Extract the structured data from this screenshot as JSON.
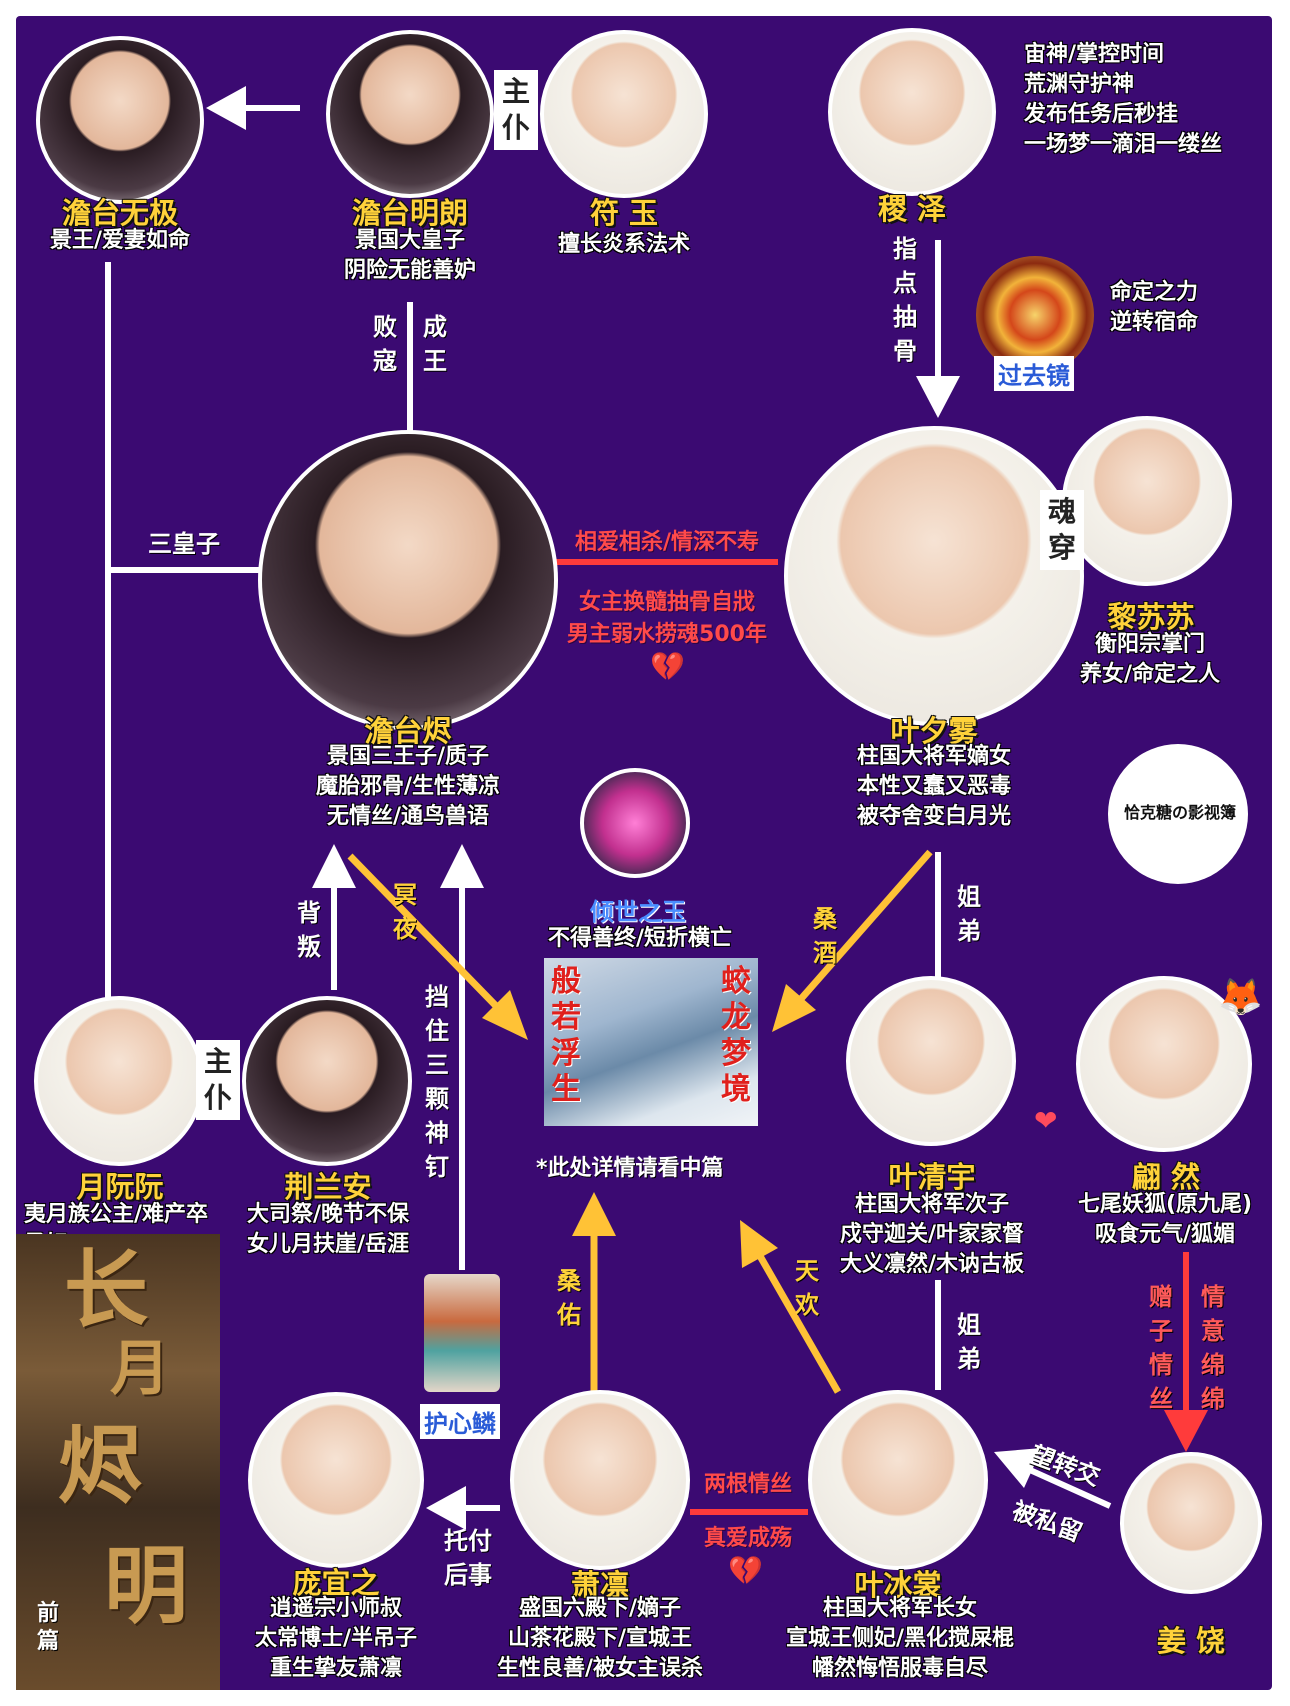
{
  "colors": {
    "panel": "#3b0a72",
    "name": "#ffd23a",
    "line": "#ffffff",
    "arrow_gold": "#ffc236",
    "arrow_red": "#ff3b3b",
    "red_text": "#ff4a4a",
    "blue_text": "#2a5bd7"
  },
  "characters": {
    "zhantai_wuji": {
      "name": "澹台无极",
      "desc": [
        "景王/爱妻如命"
      ]
    },
    "zhantai_minglang": {
      "name": "澹台明朗",
      "desc": [
        "景国大皇子",
        "阴险无能善妒"
      ]
    },
    "fu_yu": {
      "name": "符 玉",
      "desc": [
        "擅长炎系法术"
      ]
    },
    "ji_ze": {
      "name": "稷 泽",
      "desc": [
        "宙神/掌控时间",
        "荒渊守护神",
        "发布任务后秒挂",
        "一场梦一滴泪一缕丝"
      ]
    },
    "zhantai_jin": {
      "name": "澹台烬",
      "desc": [
        "景国三王子/质子",
        "魔胎邪骨/生性薄凉",
        "无情丝/通鸟兽语"
      ]
    },
    "ye_xiwu": {
      "name": "叶夕雾",
      "desc": [
        "柱国大将军嫡女",
        "本性又蠢又恶毒",
        "被夺舍变白月光"
      ]
    },
    "li_susu": {
      "name": "黎苏苏",
      "desc": [
        "衡阳宗掌门",
        "养女/命定之人"
      ]
    },
    "yue_ruanruan": {
      "name": "月阮阮",
      "desc": [
        "夷月族公主/难产卒",
        "柔妃"
      ]
    },
    "jing_lanan": {
      "name": "荆兰安",
      "desc": [
        "大司祭/晚节不保",
        "女儿月扶崖/岳涯"
      ]
    },
    "ye_qingyu": {
      "name": "叶清宇",
      "desc": [
        "柱国大将军次子",
        "戍守迦关/叶家家督",
        "大义凛然/木讷古板"
      ]
    },
    "chi_ran": {
      "name": "翩 然",
      "desc": [
        "七尾妖狐(原九尾)",
        "吸食元气/狐媚"
      ]
    },
    "pang_yizhi": {
      "name": "庞宜之",
      "desc": [
        "逍遥宗小师叔",
        "太常博士/半吊子",
        "重生挚友萧凛"
      ]
    },
    "xiao_lin": {
      "name": "萧凛",
      "desc": [
        "盛国六殿下/嫡子",
        "山茶花殿下/宣城王",
        "生性良善/被女主误杀"
      ]
    },
    "ye_bingshang": {
      "name": "叶冰裳",
      "desc": [
        "柱国大将军长女",
        "宣城王侧妃/黑化搅屎棍",
        "幡然悔悟服毒自尽"
      ]
    },
    "jiang_rao": {
      "name": "姜 饶"
    }
  },
  "items": {
    "past_mirror": {
      "name": "过去镜",
      "desc": [
        "命定之力",
        "逆转宿命"
      ]
    },
    "qingshi_jade": {
      "name": "倾世之玉",
      "desc": "不得善终/短折横亡"
    },
    "heart_scale": {
      "name": "护心鳞"
    }
  },
  "center": {
    "left_title": "般若浮生",
    "right_title": "蛟龙梦境",
    "note": "*此处详情请看中篇"
  },
  "relations": {
    "zhupu_top": "主仆",
    "zhupu_left": "主仆",
    "hunchuan": "魂穿",
    "baikou": "败寇",
    "chengwang": "成王",
    "sanhuangzi": "三皇子",
    "love_line1": "相爱相杀/情深不寿",
    "love_line2": "女主换髓抽骨自戕",
    "love_line3": "男主弱水捞魂500年",
    "zhidian": "指点抽骨",
    "beipan": "背叛",
    "mingye": "冥夜",
    "dangzhu": "挡住三颗神钉",
    "sangjiu": "桑酒",
    "jiedi1": "姐弟",
    "jiedi2": "姐弟",
    "sangyou": "桑佑",
    "tianhuan": "天欢",
    "zengzi": "赠子情丝",
    "qingyi": "情意绵绵",
    "tuofu": "托付后事",
    "two_threads1": "两根情丝",
    "two_threads2": "真爱成殇",
    "wangzhuan": "望转交",
    "bisiliu": "被私留"
  },
  "poster": {
    "title": [
      "长",
      "月",
      "烬",
      "明"
    ],
    "part": "前篇"
  },
  "logo": {
    "text": "恰克糖の影视簿"
  }
}
